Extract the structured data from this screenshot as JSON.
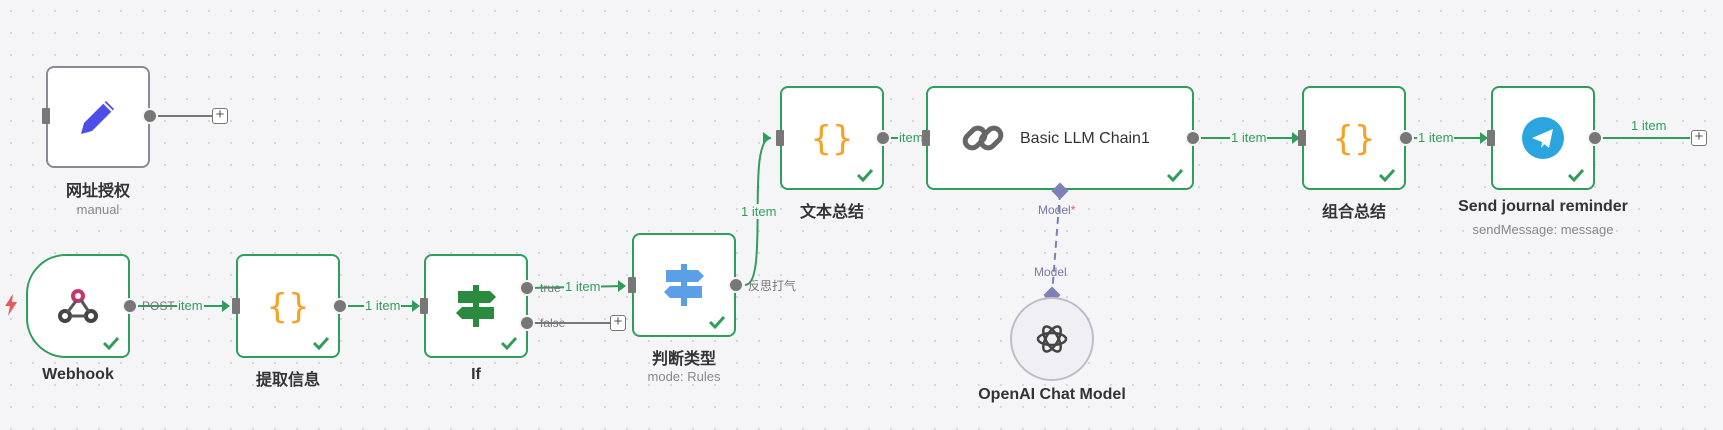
{
  "nodes": {
    "manual": {
      "title": "网址授权",
      "subtitle": "manual",
      "icon": "pencil-icon"
    },
    "webhook": {
      "title": "Webhook",
      "icon": "webhook-icon",
      "trigger_icon": "lightning-icon"
    },
    "extract": {
      "title": "提取信息",
      "icon": "code-braces-icon"
    },
    "if": {
      "title": "If",
      "icon": "signpost-icon"
    },
    "switch": {
      "title": "判断类型",
      "subtitle": "mode: Rules",
      "icon": "signpost-icon"
    },
    "summary": {
      "title": "文本总结",
      "icon": "code-braces-icon"
    },
    "llm": {
      "title": "Basic LLM Chain1",
      "icon": "link-icon",
      "model_label": "Model",
      "required_mark": "*"
    },
    "combine": {
      "title": "组合总结",
      "icon": "code-braces-icon"
    },
    "telegram": {
      "title": "Send journal reminder",
      "subtitle": "sendMessage: message",
      "icon": "telegram-icon"
    },
    "openai": {
      "title": "OpenAI Chat Model",
      "icon": "openai-icon",
      "model_label": "Model"
    }
  },
  "edges": {
    "webhook_port": "POST",
    "webhook_to_extract": "item",
    "extract_to_if": "1 item",
    "if_true_port": "true",
    "if_true_to_switch": "1 item",
    "if_false_port": "false",
    "switch_port": "反思打气",
    "switch_to_summary": "1 item",
    "summary_to_llm": "item",
    "llm_to_combine": "1 item",
    "combine_to_telegram": "1 item",
    "telegram_out": "1 item"
  },
  "colors": {
    "success": "#2f9e5b",
    "canvas": "#f5f5f8",
    "port": "#777777",
    "ai_connector": "#8080b8",
    "code_orange": "#f7a021",
    "telegram_blue": "#2aa5df",
    "pencil_blue": "#4b4ee8"
  }
}
